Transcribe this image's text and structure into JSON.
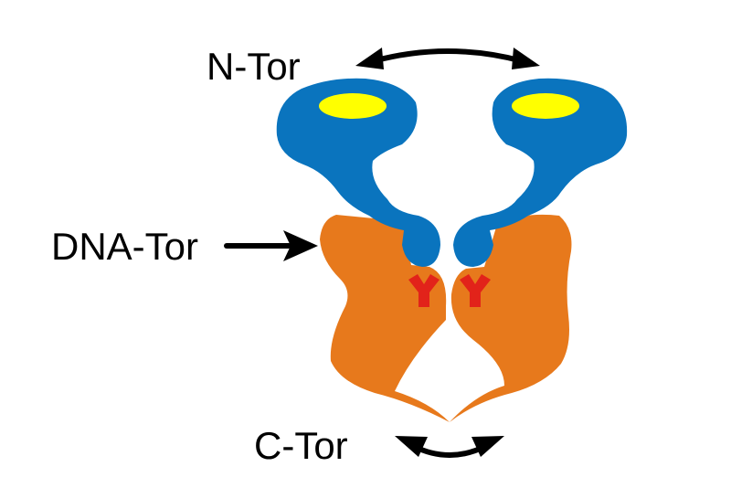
{
  "labels": {
    "n_tor": "N-Tor",
    "dna_tor": "DNA-Tor",
    "c_tor": "C-Tor"
  },
  "colors": {
    "n_domain": "#0a74be",
    "n_spot": "#ffff00",
    "dna_domain": "#e7791c",
    "active_site": "#e2231a",
    "arrow": "#000000"
  }
}
